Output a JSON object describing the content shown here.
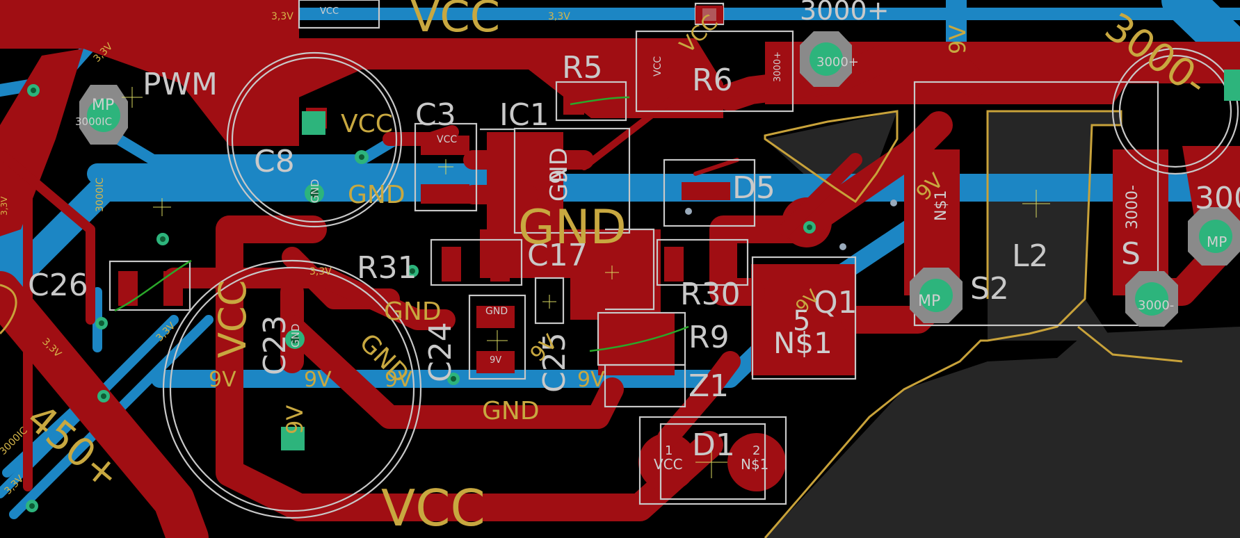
{
  "colors": {
    "background": "#000000",
    "top_copper": "#a00e13",
    "bottom_copper": "#1c86c4",
    "silkscreen": "#c8c8c8",
    "net_label": "#c8a840",
    "pad": "#2db47c",
    "board_outline": "#c8a23a",
    "dark_fill": "#262626",
    "ratsnest": "#2aa82a"
  },
  "components": {
    "PWM": "PWM",
    "C8": "C8",
    "C3": "C3",
    "IC1": "IC1",
    "R5": "R5",
    "R6": "R6",
    "D5": "D5",
    "L2": "L2",
    "S2": "S2",
    "C26": "C26",
    "R31": "R31",
    "C17": "C17",
    "R30": "R30",
    "R9": "R9",
    "Q1": "Q1",
    "C23": "C23",
    "C24": "C24",
    "C25": "C25",
    "Z1": "Z1",
    "D1": "D1",
    "S": "S"
  },
  "nets": {
    "vcc": "VCC",
    "gnd": "GND",
    "v9": "9V",
    "v33": "3,3V",
    "p3000": "3000+",
    "m3000": "3000-",
    "p450": "450+",
    "n1": "N$1",
    "ic3000": "3000IC",
    "dash3000": "3000-",
    "trunc300": "300"
  },
  "pins": {
    "p1": "1",
    "p2": "2",
    "p5": "5",
    "p9": "9",
    "np": "N$1",
    "mp": "MP"
  },
  "icons": [
    "via",
    "pad",
    "component-origin-cross"
  ]
}
